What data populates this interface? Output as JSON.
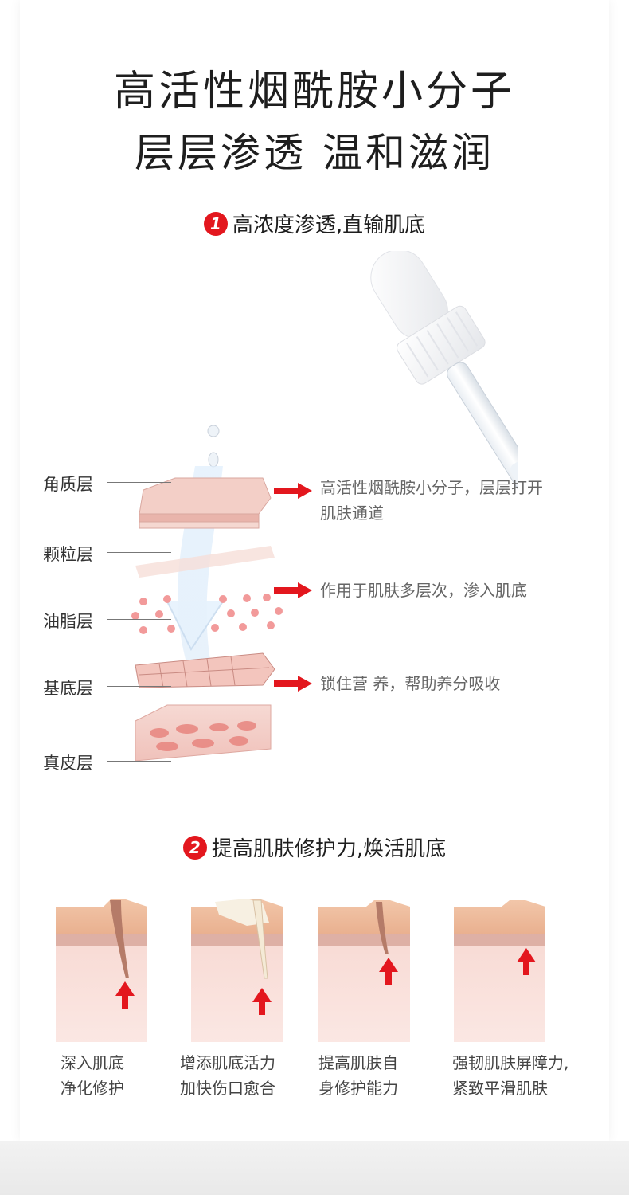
{
  "titles": {
    "line1": "高活性烟酰胺小分子",
    "line2": "层层渗透 温和滋润"
  },
  "section1": {
    "badge": "1",
    "heading": "高浓度渗透,直输肌底"
  },
  "layers": [
    {
      "label": "角质层"
    },
    {
      "label": "颗粒层"
    },
    {
      "label": "油脂层"
    },
    {
      "label": "基底层"
    },
    {
      "label": "真皮层"
    }
  ],
  "notes": {
    "note1_line1": "高活性烟酰胺小分子，层层打开",
    "note1_line2": "肌肤通道",
    "note2": "作用于肌肤多层次，渗入肌底",
    "note3": "锁住营 养，帮助养分吸收"
  },
  "section2": {
    "badge": "2",
    "heading": "提高肌肤修护力,焕活肌底"
  },
  "steps": [
    {
      "line1": "深入肌底",
      "line2": "净化修护"
    },
    {
      "line1": "增添肌底活力",
      "line2": "加快伤口愈合"
    },
    {
      "line1": "提高肌肤自",
      "line2": "身修护能力"
    },
    {
      "line1": "强韧肌肤屏障力,",
      "line2": "紧致平滑肌肤"
    }
  ],
  "colors": {
    "accent": "#e3171e",
    "skin": "#f1c9c3",
    "text": "#1e1e1e"
  }
}
